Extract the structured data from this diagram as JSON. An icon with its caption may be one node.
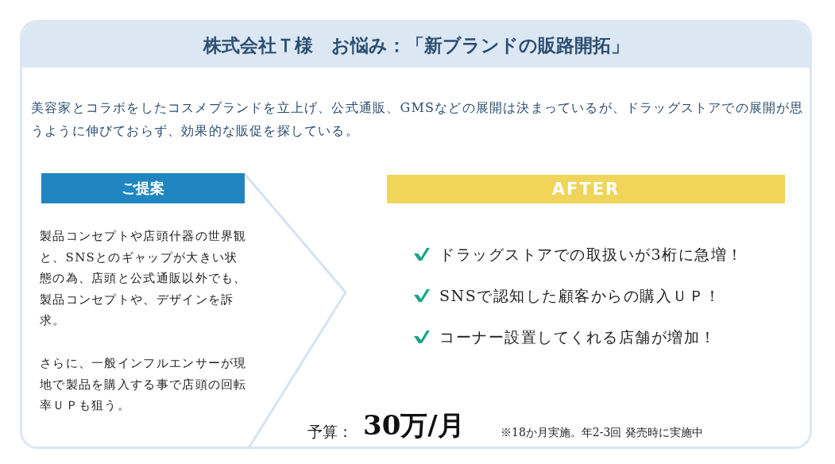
{
  "diagram": {
    "nodes": [
      {
        "text": [
          "株式会社Ｔ様　お悩み：「新ブランドの販路開拓」",
          "美容家とコラボをしたコスメブランドを立上げ、公式通販、GMSなどの展開は決まっているが、ドラッグストアでの展開が思うように伸びておらず、効果的な販促を探している。"
        ]
      },
      {
        "text": [
          "ご提案",
          "製品コンセプトや店頭什器の世界観と、SNSとのギャップが大きい状態の為、店頭と公式通販以外でも、製品コンセプトや、デザインを訴求。",
          "さらに、一般インフルエンサーが現地で製品を購入する事で店頭の回転率ＵＰも狙う。"
        ],
        "in": 0
      },
      {
        "text": [
          "AFTER"
        ],
        "in": 0
      }
    ],
    "labels": [
      "ドラッグストアでの取扱いが3桁に急増！",
      "SNSで認知した顧客からの購入ＵＰ！",
      "コーナー設置してくれる店舗が増加！",
      "予算：",
      "30万/月",
      "※18か月実施。年2-3回 発売時に実施中"
    ]
  }
}
